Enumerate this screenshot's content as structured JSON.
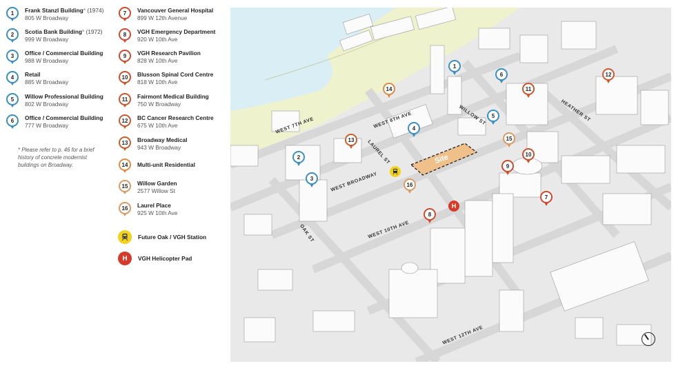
{
  "legend": {
    "colors": {
      "blue": "#3a8fc0",
      "red": "#cc4a2e",
      "darkorange": "#c4602d",
      "orange": "#e08b46",
      "lightorange": "#d99a63",
      "station_yellow": "#f4d21a",
      "heli_red": "#d63a2a"
    },
    "items": [
      {
        "num": "1",
        "title": "Frank Stanzl Building",
        "star": "*",
        "year": "(1974)",
        "address": "805 W Broadway"
      },
      {
        "num": "2",
        "title": "Scotia Bank Building",
        "star": "*",
        "year": "(1972)",
        "address": "999 W Broadway"
      },
      {
        "num": "3",
        "title": "Office / Commercial Building",
        "address": "988 W Broadway"
      },
      {
        "num": "4",
        "title": "Retail",
        "address": "885 W Broadway"
      },
      {
        "num": "5",
        "title": "Willow Professional Building",
        "address": "802 W Broadway"
      },
      {
        "num": "6",
        "title": "Office / Commercial Building",
        "address": "777 W Broadway"
      },
      {
        "num": "7",
        "title": "Vancouver General Hospital",
        "address": "899 W 12th Avenue"
      },
      {
        "num": "8",
        "title": "VGH Emergency Department",
        "address": "920 W 10th Ave"
      },
      {
        "num": "9",
        "title": "VGH Research Pavilion",
        "address": "828 W 10th Ave"
      },
      {
        "num": "10",
        "title": "Blusson Spinal Cord Centre",
        "address": "818 W 10th Ave"
      },
      {
        "num": "11",
        "title": "Fairmont Medical Building",
        "address": "750 W Broadway"
      },
      {
        "num": "12",
        "title": "BC Cancer Research Centre",
        "address": "675 W 10th Ave"
      },
      {
        "num": "13",
        "title": "Broadway Medical",
        "address": "943 W Broadway"
      },
      {
        "num": "14",
        "title": "Multi-unit Residential"
      },
      {
        "num": "15",
        "title": "Willow Garden",
        "address": "2577 Willow St"
      },
      {
        "num": "16",
        "title": "Laurel Place",
        "address": "925 W 10th Ave"
      }
    ],
    "symbols": [
      {
        "icon": "train-icon",
        "label": "Future Oak / VGH Station"
      },
      {
        "icon": "helicopter-pad-icon",
        "glyph": "H",
        "label": "VGH Helicopter Pad"
      }
    ],
    "footnote": "* Please refer to p. 46 for a brief history of concrete modernist buildings on Broadway."
  },
  "map": {
    "site_label": "Site",
    "streets": [
      {
        "name": "WEST 7TH AVE"
      },
      {
        "name": "WEST 8TH AVE"
      },
      {
        "name": "LAUREL ST"
      },
      {
        "name": "WILLOW ST"
      },
      {
        "name": "HEATHER ST"
      },
      {
        "name": "WEST BROADWAY"
      },
      {
        "name": "OAK ST"
      },
      {
        "name": "WEST 10TH AVE"
      },
      {
        "name": "WEST 12TH AVE"
      }
    ],
    "pins": [
      {
        "num": "1"
      },
      {
        "num": "2"
      },
      {
        "num": "3"
      },
      {
        "num": "4"
      },
      {
        "num": "5"
      },
      {
        "num": "6"
      },
      {
        "num": "7"
      },
      {
        "num": "8"
      },
      {
        "num": "9"
      },
      {
        "num": "10"
      },
      {
        "num": "11"
      },
      {
        "num": "12"
      },
      {
        "num": "13"
      },
      {
        "num": "14"
      },
      {
        "num": "15"
      },
      {
        "num": "16"
      }
    ],
    "heli_glyph": "H"
  }
}
